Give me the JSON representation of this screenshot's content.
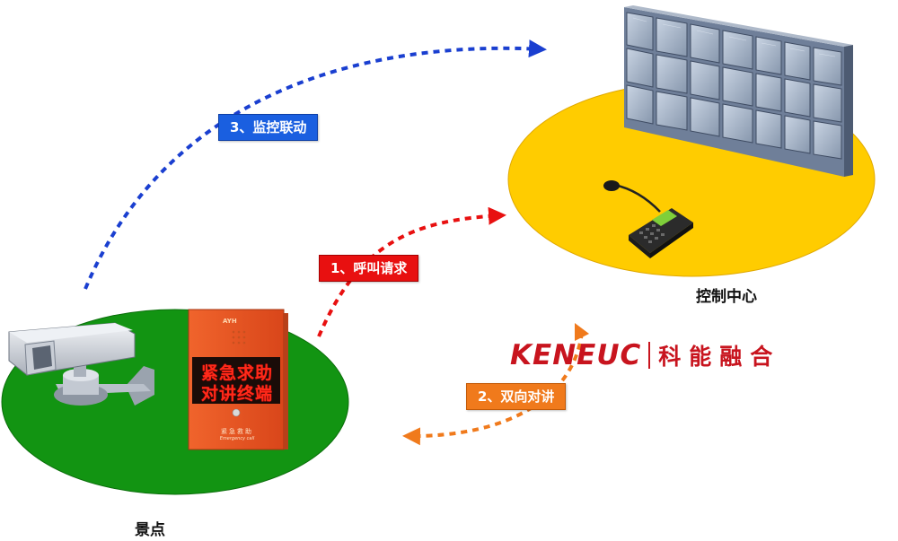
{
  "diagram": {
    "nodes": {
      "scenic_spot": {
        "label": "景点"
      },
      "control_center": {
        "label": "控制中心"
      }
    },
    "flows": [
      {
        "id": "monitor",
        "label": "3、监控联动",
        "color": "#1a5fe0"
      },
      {
        "id": "call",
        "label": "1、呼叫请求",
        "color": "#e81010"
      },
      {
        "id": "intercom",
        "label": "2、双向对讲",
        "color": "#f07a1c"
      }
    ],
    "kiosk": {
      "screen_line1": "紧急求助",
      "screen_line2": "对讲终端",
      "brand": "AYH",
      "plate": "紧急救助",
      "plate_sub": "Emergency call"
    },
    "brand": {
      "latin": "KENEUC",
      "chinese": "科能融合",
      "color": "#c8141e"
    },
    "colors": {
      "ground": "#ffcc00",
      "scenic_ground": "#129412",
      "kiosk": "#e8521e"
    },
    "icons": [
      "cctv-camera-icon",
      "video-wall-icon",
      "desk-microphone-icon"
    ]
  }
}
